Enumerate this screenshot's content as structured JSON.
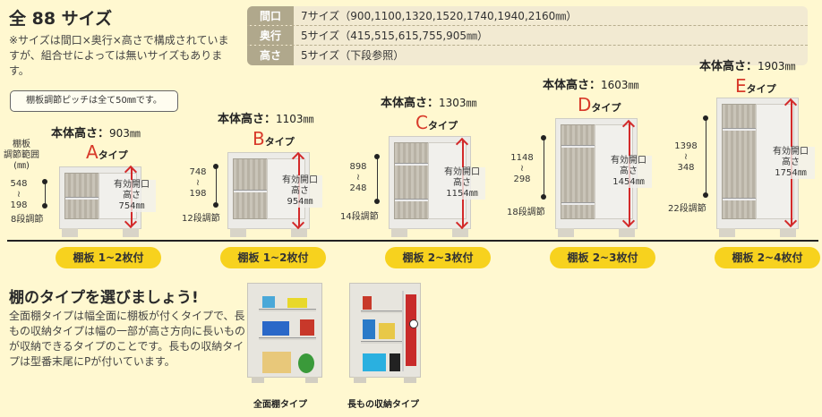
{
  "header": {
    "title": "全 88 サイズ",
    "note": "※サイズは間口×奥行×高さで構成されていますが、組合せによっては無いサイズもあります。",
    "pitch_note": "棚板調節ピッチは全て50㎜です。"
  },
  "spec_table": [
    {
      "key": "間口",
      "value": "7サイズ（900,1100,1320,1520,1740,1940,2160㎜）"
    },
    {
      "key": "奥行",
      "value": "5サイズ（415,515,615,755,905㎜）"
    },
    {
      "key": "高さ",
      "value": "5サイズ（下段参照）"
    }
  ],
  "range_header": {
    "line1": "棚板",
    "line2": "調節範囲",
    "line3": "(㎜)"
  },
  "height_label": "本体高さ：",
  "type_suffix": "タイプ",
  "open_label": {
    "line1": "有効開口",
    "line2": "高さ"
  },
  "types": [
    {
      "letter": "A",
      "height": "903㎜",
      "open_height": "754㎜",
      "range_top": "548",
      "range_sep": "≀",
      "range_bottom": "198",
      "steps": "8段調節",
      "shelves": "棚板 1~2枚付"
    },
    {
      "letter": "B",
      "height": "1103㎜",
      "open_height": "954㎜",
      "range_top": "748",
      "range_sep": "≀",
      "range_bottom": "198",
      "steps": "12段調節",
      "shelves": "棚板 1~2枚付"
    },
    {
      "letter": "C",
      "height": "1303㎜",
      "open_height": "1154㎜",
      "range_top": "898",
      "range_sep": "≀",
      "range_bottom": "248",
      "steps": "14段調節",
      "shelves": "棚板 2~3枚付"
    },
    {
      "letter": "D",
      "height": "1603㎜",
      "open_height": "1454㎜",
      "range_top": "1148",
      "range_sep": "≀",
      "range_bottom": "298",
      "steps": "18段調節",
      "shelves": "棚板 2~3枚付"
    },
    {
      "letter": "E",
      "height": "1903㎜",
      "open_height": "1754㎜",
      "range_top": "1398",
      "range_sep": "≀",
      "range_bottom": "348",
      "steps": "22段調節",
      "shelves": "棚板 2~4枚付"
    }
  ],
  "shelf_section": {
    "title": "棚のタイプを選びましょう!",
    "body": "全面棚タイプは幅全面に棚板が付くタイプで、長もの収納タイプは幅の一部が高さ方向に長いものが収納できるタイプのことです。長もの収納タイプは型番末尾にPが付いています。",
    "photos": [
      {
        "caption": "全面棚タイプ"
      },
      {
        "caption": "長もの収納タイプ"
      }
    ]
  },
  "colors": {
    "background": "#fff8d0",
    "type_letter": "#d83a2a",
    "arrow": "#d32a2a",
    "pill": "#f7d21e",
    "spec_key_bg": "#b0a88c",
    "spec_bg": "#f2ead2"
  }
}
